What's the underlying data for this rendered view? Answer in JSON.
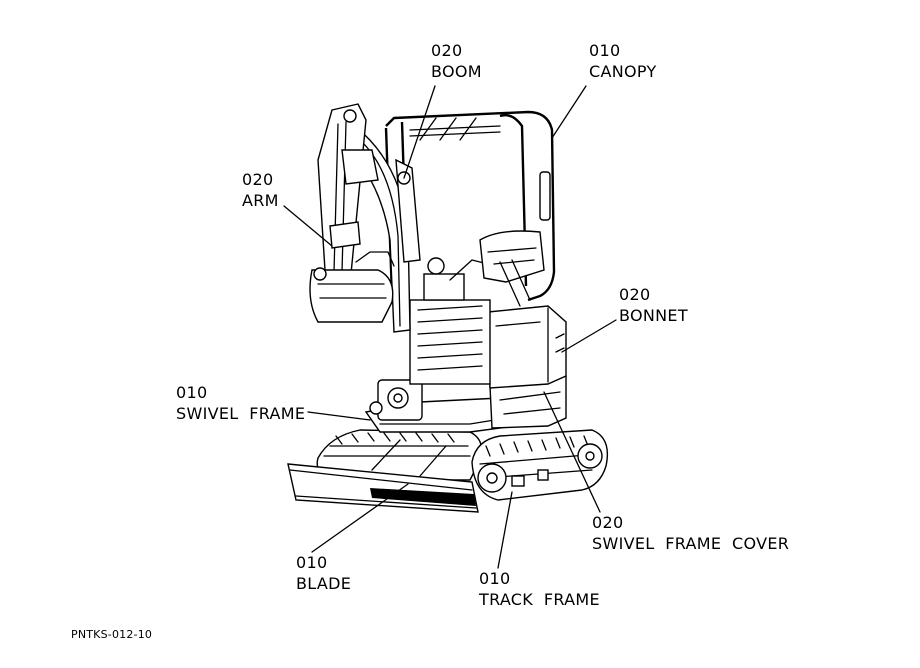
{
  "colors": {
    "ink": "#000000",
    "paper": "#ffffff"
  },
  "callouts": {
    "boom": {
      "code": "020",
      "name": "BOOM"
    },
    "canopy": {
      "code": "010",
      "name": "CANOPY"
    },
    "arm": {
      "code": "020",
      "name": "ARM"
    },
    "bonnet": {
      "code": "020",
      "name": "BONNET"
    },
    "swivel_frame": {
      "code": "010",
      "name": "SWIVEL  FRAME"
    },
    "swivel_frame_cover": {
      "code": "020",
      "name": "SWIVEL  FRAME  COVER"
    },
    "blade": {
      "code": "010",
      "name": "BLADE"
    },
    "track_frame": {
      "code": "010",
      "name": "TRACK  FRAME"
    }
  },
  "reference_code": "PNTKS-012-10"
}
